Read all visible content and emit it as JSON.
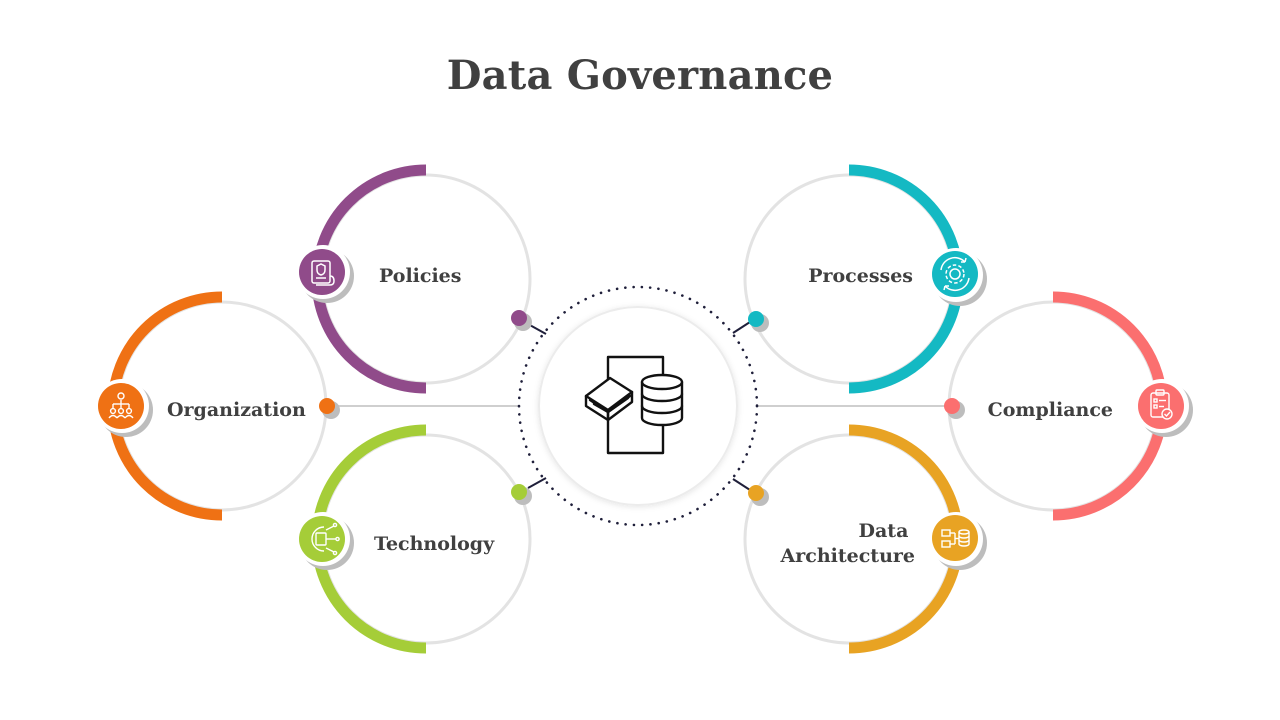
{
  "title": "Data Governance",
  "colors": {
    "ring_track": "#e3e3e3",
    "text": "#404040",
    "connector_dark": "#1f1f3a",
    "policies": "#904b8a",
    "organization": "#ef7114",
    "technology": "#a5cd38",
    "processes": "#14b9c3",
    "compliance": "#fb6f6f",
    "architecture": "#e8a323"
  },
  "center": {
    "icon": "book-and-database-icon"
  },
  "items": [
    {
      "key": "policies",
      "label_lines": [
        "Policies"
      ],
      "icon": "policy-document-icon"
    },
    {
      "key": "organization",
      "label_lines": [
        "Organization"
      ],
      "icon": "org-chart-icon"
    },
    {
      "key": "technology",
      "label_lines": [
        "Technology"
      ],
      "icon": "circuit-chip-icon"
    },
    {
      "key": "processes",
      "label_lines": [
        "Processes"
      ],
      "icon": "gear-cycle-icon"
    },
    {
      "key": "compliance",
      "label_lines": [
        "Compliance"
      ],
      "icon": "clipboard-check-icon"
    },
    {
      "key": "architecture",
      "label_lines": [
        "Data",
        "Architecture"
      ],
      "icon": "flowchart-database-icon"
    }
  ]
}
